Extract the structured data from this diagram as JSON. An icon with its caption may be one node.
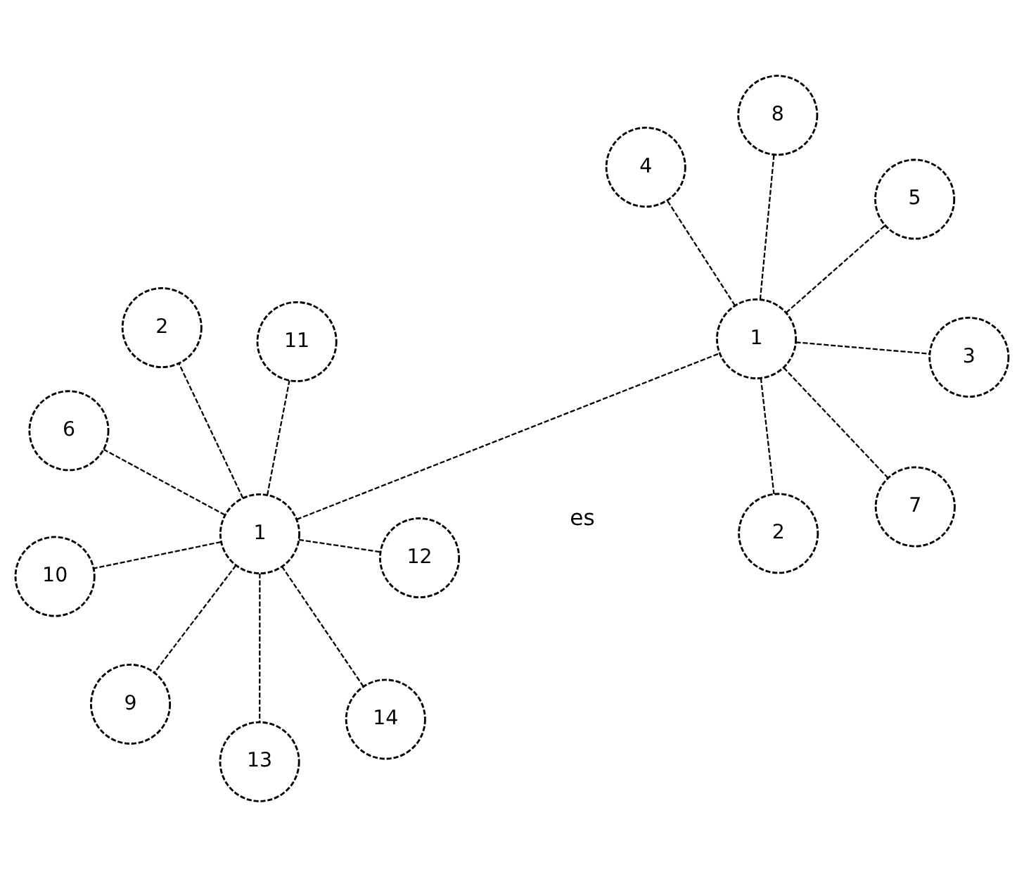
{
  "diagram": {
    "nodes": [
      {
        "text": [
          "1"
        ]
      },
      {
        "text": [
          "12"
        ]
      },
      {
        "text": [
          "13"
        ]
      },
      {
        "text": [
          "2"
        ]
      },
      {
        "text": [
          "11"
        ]
      },
      {
        "text": [
          "6"
        ]
      },
      {
        "text": [
          "10"
        ]
      },
      {
        "text": [
          "14"
        ]
      },
      {
        "text": [
          "9"
        ]
      },
      {
        "text": [
          "7"
        ]
      },
      {
        "text": [
          "2"
        ]
      },
      {
        "text": [
          "1"
        ]
      },
      {
        "text": [
          "5"
        ]
      },
      {
        "text": [
          "8"
        ]
      },
      {
        "text": [
          "4"
        ]
      },
      {
        "text": [
          "3"
        ]
      }
    ],
    "edges": [
      {
        "from": 0,
        "to": 1,
        "arrow": "none",
        "style": "dashed"
      },
      {
        "from": 0,
        "to": 2,
        "arrow": "none",
        "style": "dashed"
      },
      {
        "from": 0,
        "to": 3,
        "arrow": "none",
        "style": "dashed"
      },
      {
        "from": 0,
        "to": 4,
        "arrow": "none",
        "style": "dashed"
      },
      {
        "from": 0,
        "to": 5,
        "arrow": "none",
        "style": "dashed"
      },
      {
        "from": 0,
        "to": 6,
        "arrow": "none",
        "style": "dashed"
      },
      {
        "from": 0,
        "to": 7,
        "arrow": "none",
        "style": "dashed"
      },
      {
        "from": 0,
        "to": 8,
        "arrow": "none",
        "style": "dashed"
      },
      {
        "from": 0,
        "to": 11,
        "arrow": "none",
        "style": "dashed"
      },
      {
        "from": 11,
        "to": 9,
        "arrow": "none",
        "style": "dashed"
      },
      {
        "from": 11,
        "to": 10,
        "arrow": "none",
        "style": "dashed"
      },
      {
        "from": 11,
        "to": 12,
        "arrow": "none",
        "style": "dashed"
      },
      {
        "from": 11,
        "to": 13,
        "arrow": "none",
        "style": "dashed"
      },
      {
        "from": 11,
        "to": 14,
        "arrow": "none",
        "style": "dashed"
      },
      {
        "from": 11,
        "to": 15,
        "arrow": "none",
        "style": "dashed"
      }
    ],
    "labels": [
      "es"
    ]
  }
}
